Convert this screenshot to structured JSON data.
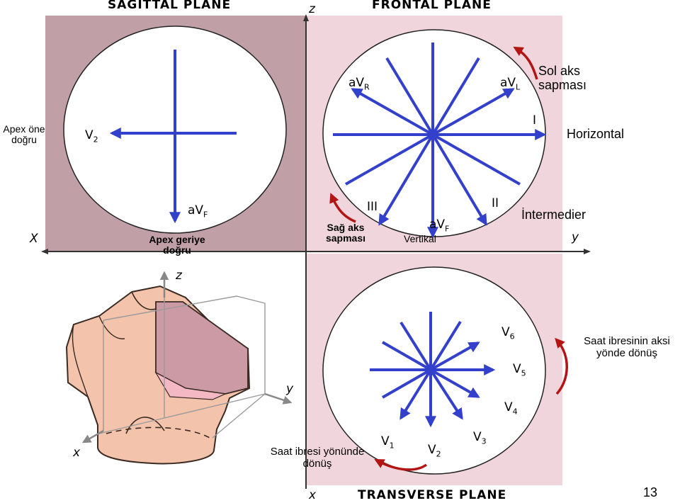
{
  "titles": {
    "sagittal": "SAGITTAL PLANE",
    "frontal": "FRONTAL PLANE",
    "transverse": "TRANSVERSE PLANE"
  },
  "axes": {
    "z_top": "z",
    "x_left": "X",
    "y_right": "y",
    "z_body": "z",
    "y_body": "y",
    "x_body": "x",
    "x_bottom": "x"
  },
  "sagittal": {
    "leads": {
      "v2": {
        "main": "V",
        "sub": "2"
      },
      "avf": {
        "main": "aV",
        "sub": "F"
      }
    },
    "apex_forward": "Apex öne doğru",
    "apex_backward": "Apex geriye doğru"
  },
  "frontal": {
    "leads": {
      "avr": {
        "main": "aV",
        "sub": "R"
      },
      "avl": {
        "main": "aV",
        "sub": "L"
      },
      "i": "I",
      "ii": "II",
      "iii": "III",
      "avf": {
        "main": "aV",
        "sub": "F"
      }
    },
    "left_axis_deviation": "Sol aks sapması",
    "horizontal": "Horizontal",
    "intermediate": "İntermedier",
    "vertical": "Vertikal",
    "right_axis_deviation": "Sağ aks sapması"
  },
  "transverse": {
    "leads": {
      "v1": {
        "main": "V",
        "sub": "1"
      },
      "v2": {
        "main": "V",
        "sub": "2"
      },
      "v3": {
        "main": "V",
        "sub": "3"
      },
      "v4": {
        "main": "V",
        "sub": "4"
      },
      "v5": {
        "main": "V",
        "sub": "5"
      },
      "v6": {
        "main": "V",
        "sub": "6"
      }
    },
    "counterclockwise": "Saat ibresinin aksi yönde dönüş",
    "clockwise": "Saat ibresi yönünde dönüş"
  },
  "page_number": "13",
  "colors": {
    "sagittal_bg": "#c0a0a6",
    "frontal_bg": "#f0d6dc",
    "transverse_bg": "#f0d6dc",
    "lead_vector": "#3340cc",
    "rotation_arrow": "#b31414",
    "torso_skin": "#f3c3ac"
  }
}
